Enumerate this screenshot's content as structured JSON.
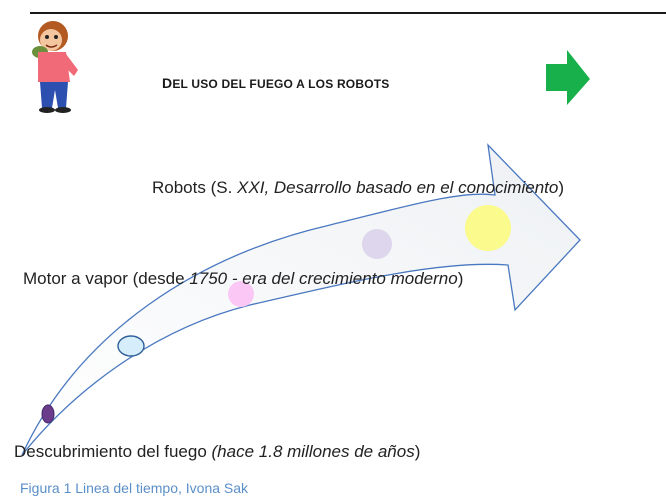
{
  "header": {
    "title_cap1": "D",
    "title_rest1": "EL USO DEL FUEGO A LOS ",
    "title_cap2": "",
    "title_rest2": "ROBOTS"
  },
  "icons": {
    "character": "cartoon-man-icon",
    "arrow": "green-right-arrow-icon"
  },
  "timeline": {
    "robots": {
      "plain": "Robots (S. ",
      "italic": "XXI, Desarrollo basado en el conocimiento",
      "close": ")"
    },
    "motor": {
      "plain": "Motor a vapor (desde  ",
      "italic": "1750 - era del crecimiento moderno",
      "close": ")"
    },
    "fuego": {
      "plain": "Descubrimiento del  fuego ",
      "italic": "(hace 1.8 millones de años",
      "close": ")"
    }
  },
  "caption": "Figura 1 Linea del tiempo, Ivona Sak",
  "colors": {
    "arrow_green": "#18b04a",
    "caption_blue": "#5b8fc8",
    "curve_stroke": "#4a78c0",
    "dot_yellow": "#fbfa8c",
    "dot_lavender": "#ded6ec",
    "dot_pink": "#fbc8f6",
    "dot_lightblue": "#d6eefb",
    "dot_purple": "#6b3b8c"
  }
}
